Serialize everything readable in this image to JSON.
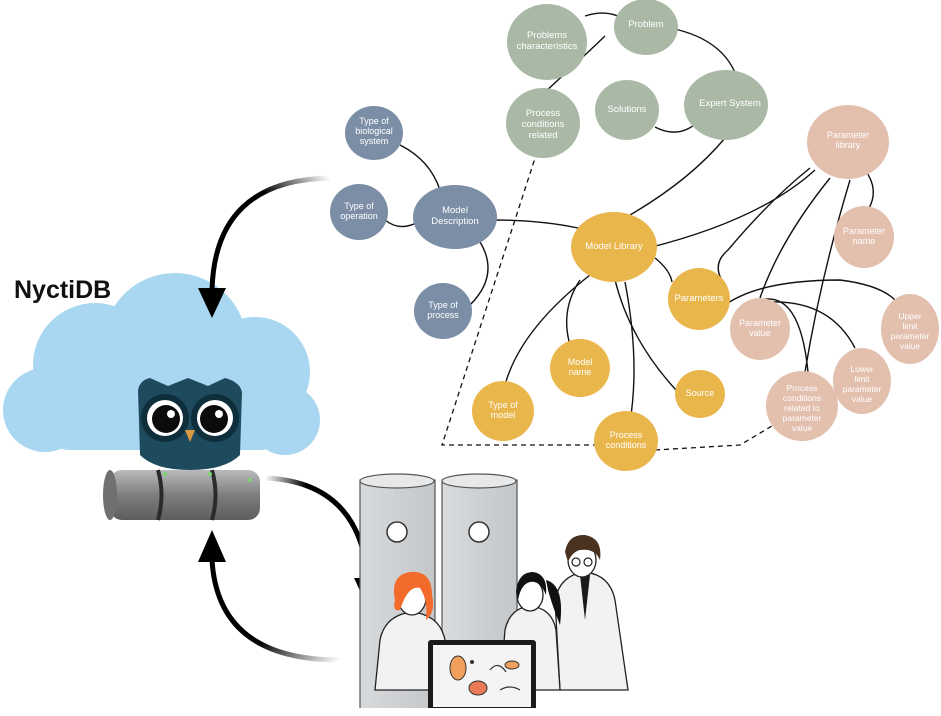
{
  "title": "NyctiDB",
  "colors": {
    "green": "#aab9a6",
    "blue": "#7b8ea6",
    "yellow": "#e9b64b",
    "pink": "#e3bfae",
    "cloud": "#a9d7f1",
    "owl": "#1d4a5c",
    "cylinder": "#8c8d8f"
  },
  "nodes": {
    "problems_characteristics": "Problems characteristics",
    "problem": "Problem",
    "process_conditions_related": "Process conditions related",
    "solutions": "Solutions",
    "expert_system": "Expert System",
    "type_biological_system": "Type of biological system",
    "type_operation": "Type of operation",
    "model_description": "Model Description",
    "type_process": "Type of process",
    "model_library": "Model Library",
    "parameters": "Parameters",
    "model_name": "Model name",
    "source": "Source",
    "type_model": "Type of model",
    "process_conditions": "Process conditions",
    "parameter_library": "Parameter library",
    "parameter_name": "Parameter name",
    "parameter_value": "Parameter value",
    "upper_limit": "Upper limit parameter value",
    "lower_limit": "Lower limit parameter value",
    "process_conditions_param": "Process conditions related to parameter value"
  }
}
